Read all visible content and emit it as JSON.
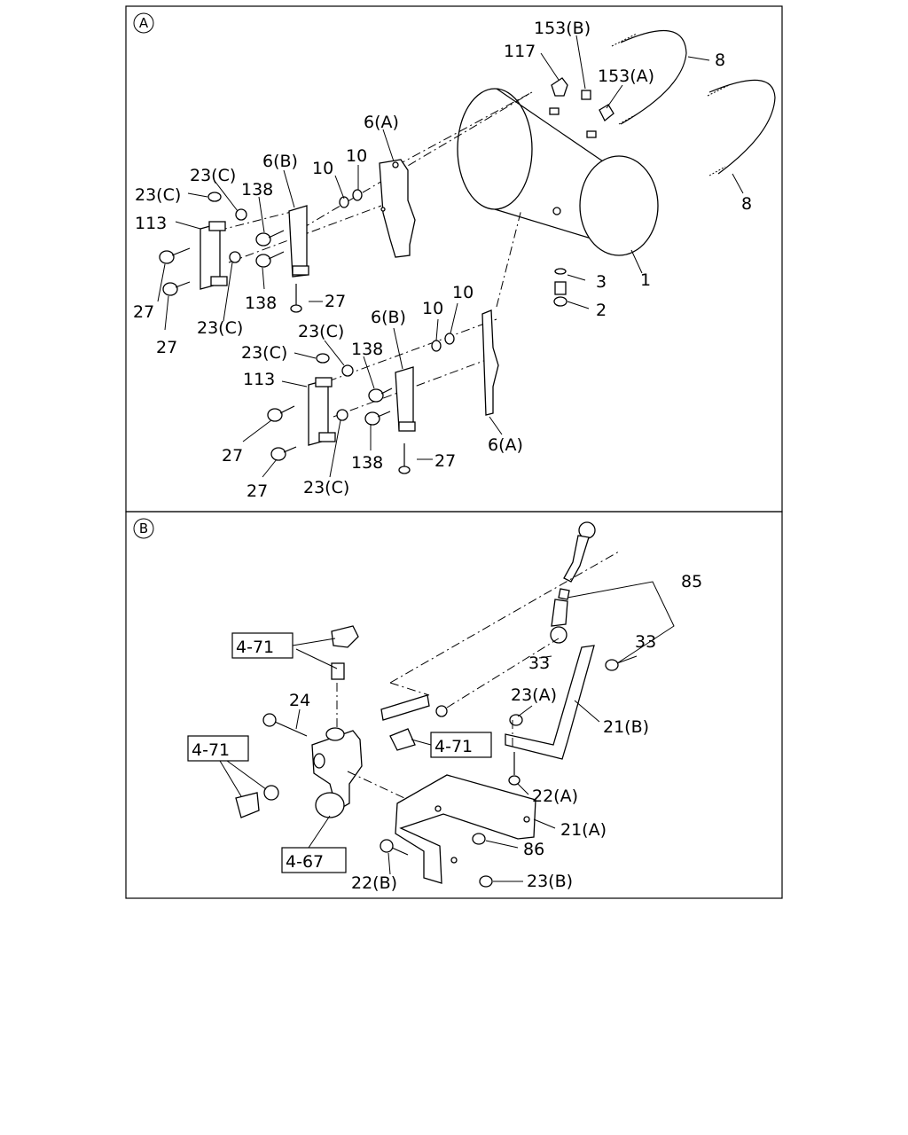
{
  "sections": [
    {
      "id": "A",
      "label": "A"
    },
    {
      "id": "B",
      "label": "B"
    }
  ],
  "callouts_a": {
    "c153b": "153(B)",
    "c117": "117",
    "c153a": "153(A)",
    "c8_top": "8",
    "c8_right": "8",
    "c6a_top": "6(A)",
    "c6b_top": "6(B)",
    "c10_a": "10",
    "c10_b": "10",
    "c23c_1": "23(C)",
    "c23c_2": "23(C)",
    "c138_1": "138",
    "c113_1": "113",
    "c27_1": "27",
    "c27_2": "27",
    "c23c_3": "23(C)",
    "c138_2": "138",
    "c27_3": "27",
    "c3": "3",
    "c2": "2",
    "c1": "1",
    "c6b_bot": "6(B)",
    "c10_c": "10",
    "c10_d": "10",
    "c23c_4": "23(C)",
    "c23c_5": "23(C)",
    "c138_3": "138",
    "c113_2": "113",
    "c27_4": "27",
    "c27_5": "27",
    "c23c_6": "23(C)",
    "c138_4": "138",
    "c27_6": "27",
    "c6a_bot": "6(A)"
  },
  "callouts_b": {
    "c85": "85",
    "c33_1": "33",
    "c33_2": "33",
    "ref471_top": "4-71",
    "ref471_mid": "4-71",
    "ref471_left": "4-71",
    "ref467": "4-67",
    "c24": "24",
    "c23a": "23(A)",
    "c21b": "21(B)",
    "c22a": "22(A)",
    "c21a": "21(A)",
    "c86": "86",
    "c22b": "22(B)",
    "c23b": "23(B)"
  }
}
